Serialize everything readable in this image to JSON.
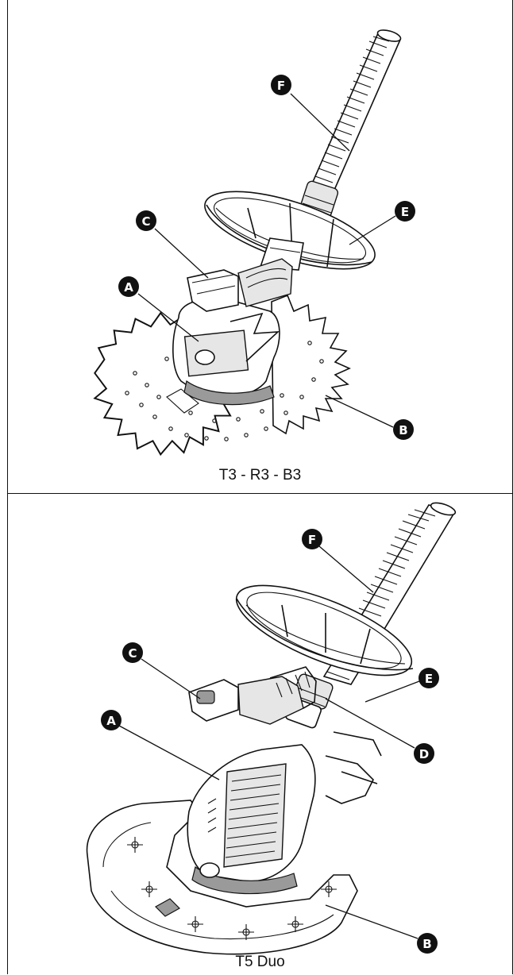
{
  "figures": [
    {
      "caption": "T3 - R3 - B3",
      "labels": {
        "A": "A",
        "B": "B",
        "C": "C",
        "E": "E",
        "F": "F"
      }
    },
    {
      "caption": "T5 Duo",
      "labels": {
        "A": "A",
        "B": "B",
        "C": "C",
        "D": "D",
        "E": "E",
        "F": "F"
      }
    }
  ]
}
